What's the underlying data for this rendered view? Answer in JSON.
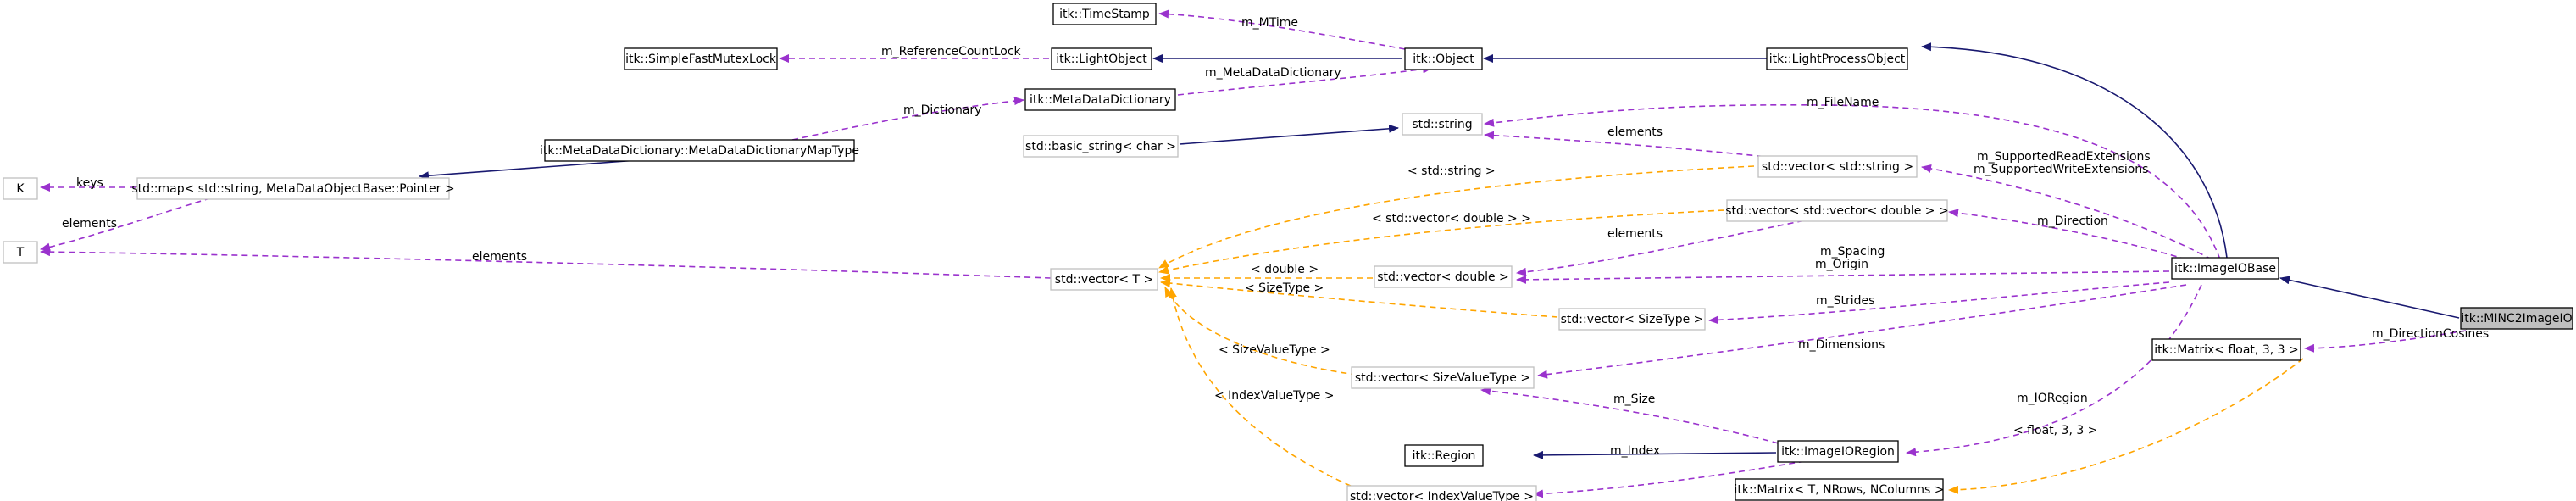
{
  "diagram": {
    "nodes": {
      "timestamp": "itk::TimeStamp",
      "mutexlock": "itk::SimpleFastMutexLock",
      "lightobject": "itk::LightObject",
      "object": "itk::Object",
      "lightprocessobject": "itk::LightProcessObject",
      "metadatadictionary": "itk::MetaDataDictionary",
      "dictmaptype": "itk::MetaDataDictionary::MetaDataDictionaryMapType",
      "k": "K",
      "stdmap": "std::map< std::string, MetaDataObjectBase::Pointer >",
      "t": "T",
      "stdstring": "std::string",
      "basicstring": "std::basic_string< char >",
      "vecstring": "std::vector< std::string >",
      "vecvecdouble": "std::vector< std::vector< double > >",
      "vectort": "std::vector< T >",
      "vecdouble": "std::vector< double >",
      "vecsizetype": "std::vector< SizeType >",
      "vecsizevaluetype": "std::vector< SizeValueType >",
      "region": "itk::Region",
      "imageioregion": "itk::ImageIORegion",
      "vecindexvaluetype": "std::vector< IndexValueType >",
      "imageiobase": "itk::ImageIOBase",
      "minc2imageio": "itk::MINC2ImageIO",
      "matrixfloat": "itk::Matrix< float, 3, 3 >",
      "matrixtemplate": "itk::Matrix< T, NRows, NColumns >"
    },
    "edge_labels": {
      "mtime": "m_MTime",
      "refcountlock": "m_ReferenceCountLock",
      "metadatadictionary": "m_MetaDataDictionary",
      "dictionary": "m_Dictionary",
      "keys": "keys",
      "elements_t_map": "elements",
      "elements_t_vector": "elements",
      "filename": "m_FileName",
      "elements_string": "elements",
      "std_string": "< std::string >",
      "extensions_1": "m_SupportedReadExtensions",
      "extensions_2": "m_SupportedWriteExtensions",
      "vector_double": "< std::vector< double > >",
      "direction": "m_Direction",
      "elements_double": "elements",
      "double": "< double >",
      "spacing": "m_Spacing",
      "origin": "m_Origin",
      "sizetype": "< SizeType >",
      "strides": "m_Strides",
      "dimensions": "m_Dimensions",
      "sizevaluetype": "< SizeValueType >",
      "size": "m_Size",
      "indexvaluetype": "< IndexValueType >",
      "index": "m_Index",
      "ioregion": "m_IORegion",
      "directioncosines": "m_DirectionCosines",
      "float33": "< float, 3, 3 >"
    }
  },
  "colors": {
    "inheritance": "#191970",
    "usage": "#9a32cd",
    "template": "#ffa500",
    "focus_fill": "#bfbfbf",
    "weak_border": "#bfbfbf"
  }
}
